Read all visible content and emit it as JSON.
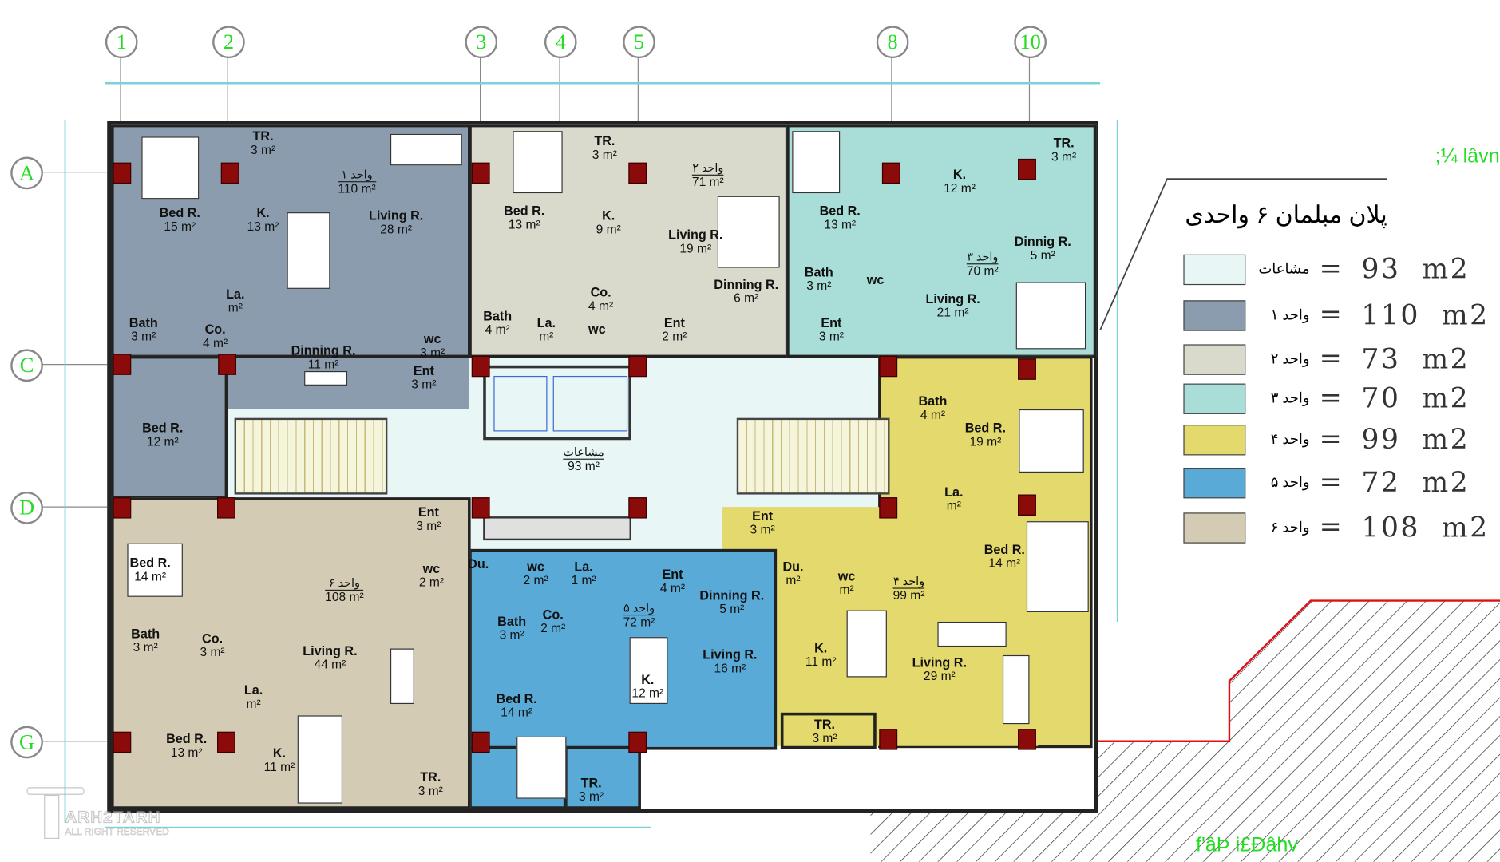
{
  "title": "پلان مبلمان ۶ واحدی",
  "grid": {
    "columns": [
      "1",
      "2",
      "3",
      "4",
      "5",
      "8",
      "10"
    ],
    "rows": [
      "A",
      "C",
      "D",
      "G"
    ]
  },
  "colors": {
    "common": "#e8f6f6",
    "unit1": "#8a9cad",
    "unit2": "#d9d9cc",
    "unit3": "#a8ded7",
    "unit4": "#e3d96c",
    "unit5": "#5aaad8",
    "unit6": "#d3cbb3",
    "column": "#8b0a0a",
    "grid_text": "#22dd22"
  },
  "legend": [
    {
      "label": "مشاعات",
      "eq": "=",
      "value": "93  m2"
    },
    {
      "label": "واحد ۱",
      "eq": "=",
      "value": "110  m2"
    },
    {
      "label": "واحد ۲",
      "eq": "=",
      "value": "73  m2"
    },
    {
      "label": "واحد ۳",
      "eq": "=",
      "value": "70  m2"
    },
    {
      "label": "واحد ۴",
      "eq": "=",
      "value": "99  m2"
    },
    {
      "label": "واحد ۵",
      "eq": "=",
      "value": "72  m2"
    },
    {
      "label": "واحد ۶",
      "eq": "=",
      "value": "108  m2"
    }
  ],
  "annotations": {
    "top_right": ";¼ lâvn",
    "bottom_right": "f'âÞ i£Ðâhv",
    "common_label": "مشاعات",
    "common_area": "93 m²"
  },
  "watermark": {
    "brand": "ARH2TARH",
    "sub": "ALL RIGHT RESERVED"
  },
  "units": {
    "u1": [
      {
        "name": "TR.",
        "area": "3 m²"
      },
      {
        "name": "واحد ۱",
        "area": "110 m²"
      },
      {
        "name": "Bed R.",
        "area": "15 m²"
      },
      {
        "name": "K.",
        "area": "13 m²"
      },
      {
        "name": "Living R.",
        "area": "28 m²"
      },
      {
        "name": "La.",
        "area": "m²"
      },
      {
        "name": "Bath",
        "area": "3 m²"
      },
      {
        "name": "Co.",
        "area": "4 m²"
      },
      {
        "name": "Dinning R.",
        "area": "11 m²"
      },
      {
        "name": "wc",
        "area": "3 m²"
      },
      {
        "name": "Ent",
        "area": "3 m²"
      },
      {
        "name": "Bed R.",
        "area": "12 m²"
      }
    ],
    "u2": [
      {
        "name": "TR.",
        "area": "3 m²"
      },
      {
        "name": "واحد ۲",
        "area": "71 m²"
      },
      {
        "name": "Bed R.",
        "area": "13 m²"
      },
      {
        "name": "K.",
        "area": "9 m²"
      },
      {
        "name": "Living R.",
        "area": "19 m²"
      },
      {
        "name": "Co.",
        "area": "4 m²"
      },
      {
        "name": "Dinning R.",
        "area": "6 m²"
      },
      {
        "name": "Bath",
        "area": "4 m²"
      },
      {
        "name": "La.",
        "area": "m²"
      },
      {
        "name": "wc",
        "area": ""
      },
      {
        "name": "Ent",
        "area": "2 m²"
      }
    ],
    "u3": [
      {
        "name": "TR.",
        "area": "3 m²"
      },
      {
        "name": "K.",
        "area": "12 m²"
      },
      {
        "name": "Bed R.",
        "area": "13 m²"
      },
      {
        "name": "Dinnig R.",
        "area": "5 m²"
      },
      {
        "name": "واحد ۳",
        "area": "70 m²"
      },
      {
        "name": "Bath",
        "area": "3 m²"
      },
      {
        "name": "wc",
        "area": ""
      },
      {
        "name": "Living R.",
        "area": "21 m²"
      },
      {
        "name": "Ent",
        "area": "3 m²"
      }
    ],
    "u4": [
      {
        "name": "Bath",
        "area": "4 m²"
      },
      {
        "name": "Bed R.",
        "area": "19 m²"
      },
      {
        "name": "La.",
        "area": "m²"
      },
      {
        "name": "Ent",
        "area": "3 m²"
      },
      {
        "name": "Bed R.",
        "area": "14 m²"
      },
      {
        "name": "wc",
        "area": "m²"
      },
      {
        "name": "واحد ۴",
        "area": "99 m²"
      },
      {
        "name": "K.",
        "area": "11 m²"
      },
      {
        "name": "Living R.",
        "area": "29 m²"
      },
      {
        "name": "TR.",
        "area": "3 m²"
      }
    ],
    "u5": [
      {
        "name": "Du.",
        "area": ""
      },
      {
        "name": "wc",
        "area": "2 m²"
      },
      {
        "name": "La.",
        "area": "1 m²"
      },
      {
        "name": "Ent",
        "area": "4 m²"
      },
      {
        "name": "Dinning R.",
        "area": "5 m²"
      },
      {
        "name": "Du.",
        "area": "m²"
      },
      {
        "name": "Co.",
        "area": "2 m²"
      },
      {
        "name": "واحد ۵",
        "area": "72 m²"
      },
      {
        "name": "Bath",
        "area": "3 m²"
      },
      {
        "name": "Living R.",
        "area": "16 m²"
      },
      {
        "name": "K.",
        "area": "12 m²"
      },
      {
        "name": "Bed R.",
        "area": "14 m²"
      },
      {
        "name": "TR.",
        "area": "3 m²"
      }
    ],
    "u6": [
      {
        "name": "Ent",
        "area": "3 m²"
      },
      {
        "name": "Bed R.",
        "area": "14 m²"
      },
      {
        "name": "wc",
        "area": "2 m²"
      },
      {
        "name": "واحد ۶",
        "area": "108 m²"
      },
      {
        "name": "Bath",
        "area": "3 m²"
      },
      {
        "name": "Co.",
        "area": "3 m²"
      },
      {
        "name": "Living R.",
        "area": "44 m²"
      },
      {
        "name": "La.",
        "area": "m²"
      },
      {
        "name": "Bed R.",
        "area": "13 m²"
      },
      {
        "name": "K.",
        "area": "11 m²"
      },
      {
        "name": "TR.",
        "area": "3 m²"
      }
    ]
  }
}
